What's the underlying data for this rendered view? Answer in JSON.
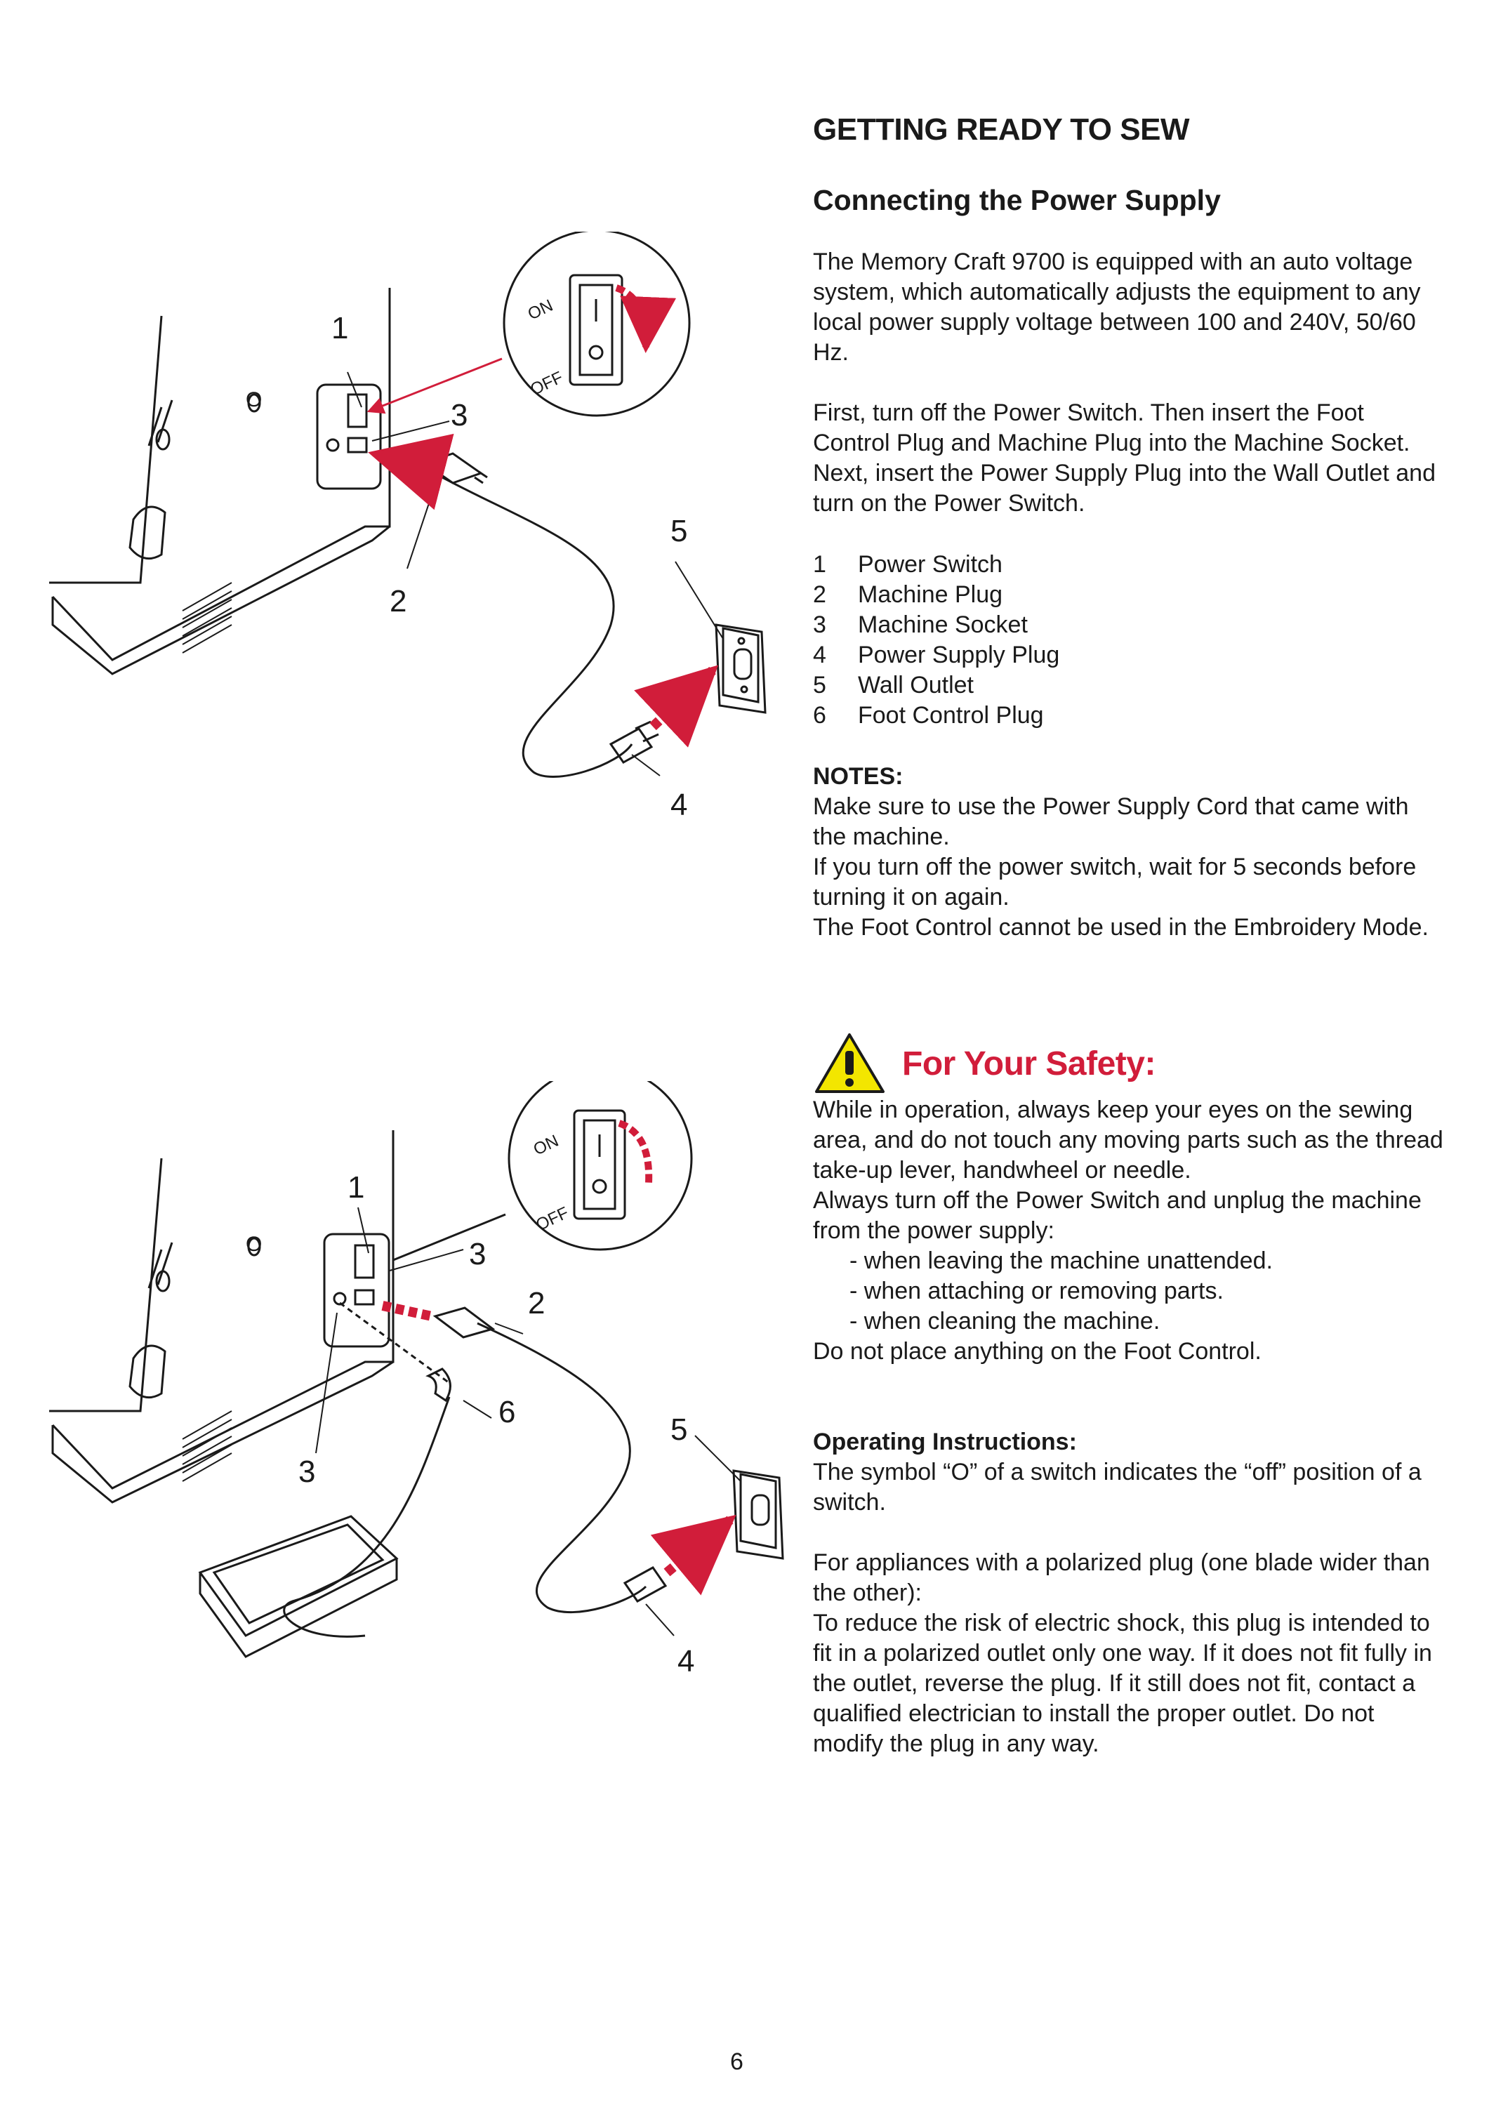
{
  "header": {
    "title": "GETTING READY TO SEW",
    "subtitle": "Connecting the Power Supply"
  },
  "intro": {
    "p1": "The Memory Craft 9700 is equipped with an auto voltage system, which automatically adjusts the equipment to any local power supply voltage between 100 and 240V, 50/60 Hz.",
    "p2": "First, turn off the Power Switch. Then insert the Foot Control Plug and Machine Plug into the Machine Socket. Next, insert the Power Supply Plug into the Wall Outlet and turn on the Power Switch."
  },
  "parts": [
    {
      "num": "1",
      "label": "Power Switch"
    },
    {
      "num": "2",
      "label": "Machine Plug"
    },
    {
      "num": "3",
      "label": "Machine Socket"
    },
    {
      "num": "4",
      "label": "Power Supply Plug"
    },
    {
      "num": "5",
      "label": "Wall Outlet"
    },
    {
      "num": "6",
      "label": "Foot Control Plug"
    }
  ],
  "notes": {
    "label": "NOTES:",
    "lines": [
      "Make sure to use the Power Supply Cord that came with the machine.",
      "If you turn off the power switch, wait for 5 seconds before turning it on again.",
      "The Foot Control cannot be used in the Embroidery Mode."
    ]
  },
  "safety": {
    "title": "For Your Safety:",
    "icon": "warning-triangle-icon",
    "p1": "While in operation, always keep your eyes on the sewing area, and do not touch any moving parts such as the thread take-up lever, handwheel or needle.",
    "p2": "Always turn off the Power Switch and unplug the machine from the power supply:",
    "bullets": [
      "- when leaving the machine unattended.",
      "- when attaching or removing parts.",
      "- when cleaning the machine."
    ],
    "p3": "Do not place anything on the Foot Control."
  },
  "operating": {
    "label": "Operating Instructions:",
    "p1": "The symbol “O” of a switch indicates the “off” position of a switch.",
    "p2": "For appliances with a polarized plug (one blade wider than the other):",
    "p3": "To reduce the risk of electric shock, this plug is intended to fit in a polarized outlet only one way. If it does not fit fully in the outlet, reverse the plug. If it still does not fit, contact a qualified electrician to install the proper outlet. Do not modify the plug in any way."
  },
  "figure_top": {
    "callouts": [
      "1",
      "2",
      "3",
      "4",
      "5"
    ],
    "switch_on": "ON",
    "switch_off": "OFF",
    "switch_o": "O"
  },
  "figure_bottom": {
    "callouts": [
      "1",
      "2",
      "3",
      "3",
      "4",
      "5",
      "6"
    ],
    "switch_on": "ON",
    "switch_off": "OFF",
    "switch_o": "O"
  },
  "colors": {
    "accent": "#d11d3a",
    "warning": "#f3e600"
  },
  "page_number": "6"
}
